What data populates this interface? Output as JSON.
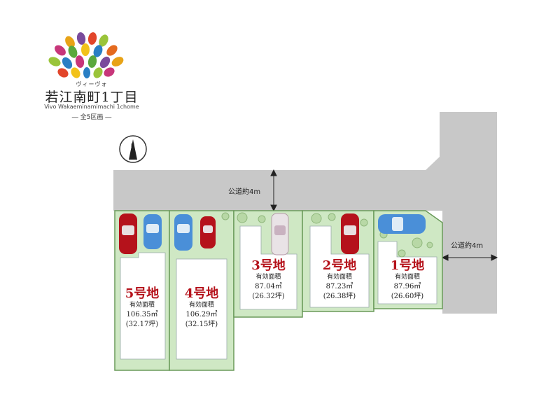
{
  "logo": {
    "ruby": "ヴィーヴォ",
    "title": "若江南町1丁目",
    "subtitle": "Vivo Wakaeminamimachi 1chome",
    "count": "― 全5区画 ―"
  },
  "compass": {
    "label": "N"
  },
  "roads": {
    "north": "公道約4m",
    "east": "公道約4m"
  },
  "lots": [
    {
      "no": "1号地",
      "area_label": "有効面積",
      "area_m2": "87.96㎡",
      "area_tsubo": "(26.60坪)"
    },
    {
      "no": "2号地",
      "area_label": "有効面積",
      "area_m2": "87.23㎡",
      "area_tsubo": "(26.38坪)"
    },
    {
      "no": "3号地",
      "area_label": "有効面積",
      "area_m2": "87.04㎡",
      "area_tsubo": "(26.32坪)"
    },
    {
      "no": "4号地",
      "area_label": "有効面積",
      "area_m2": "106.29㎡",
      "area_tsubo": "(32.15坪)"
    },
    {
      "no": "5号地",
      "area_label": "有効面積",
      "area_m2": "106.35㎡",
      "area_tsubo": "(32.17坪)"
    }
  ],
  "colors": {
    "road": "#c8c8c8",
    "lot_fill": "#cfe8c4",
    "lot_border": "#6a9a5a",
    "building": "#ffffff",
    "lot_number": "#b5121b",
    "car_red": "#b5121b",
    "car_blue": "#4a8fd8",
    "car_white": "#e9e3e6"
  }
}
